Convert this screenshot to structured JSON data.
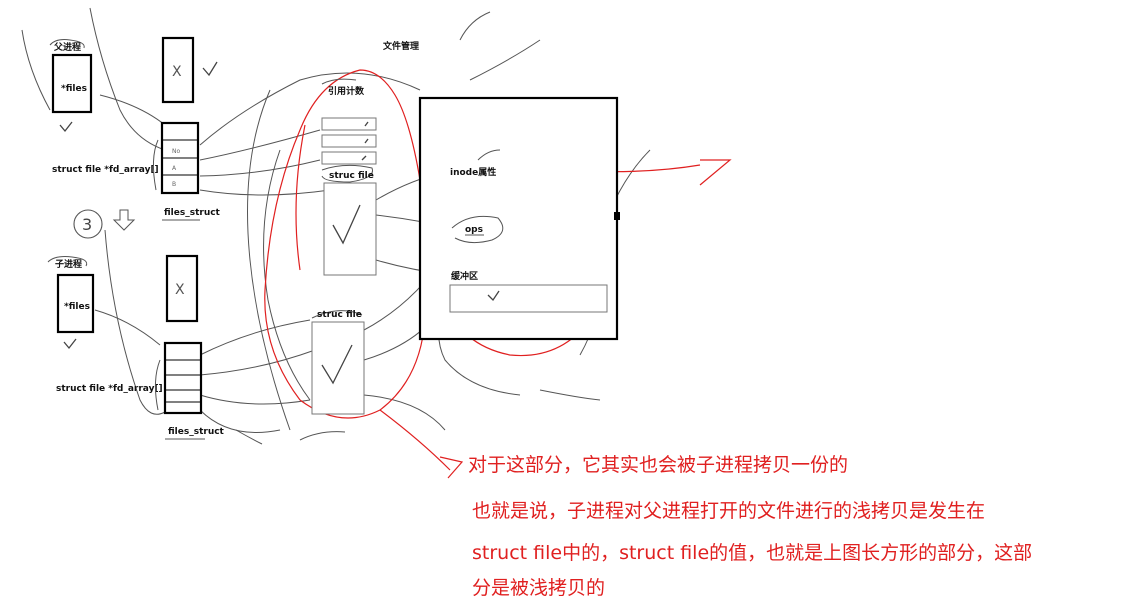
{
  "labels": {
    "parent_process": "父进程",
    "child_process": "子进程",
    "files_ptr": "*files",
    "fd_array": "struct file *fd_array[]",
    "files_struct": "files_struct",
    "file_management": "文件管理",
    "ref_count": "引用计数",
    "struc_file": "struc file",
    "inode_attr": "inode属性",
    "ops": "ops",
    "buffer": "缓冲区",
    "circled_number": "3"
  },
  "notes": {
    "line1": "对于这部分，它其实也会被子进程拷贝一份的",
    "line2": "也就是说，子进程对父进程打开的文件进行的浅拷贝是发生在",
    "line3": "struct file中的，struct file的值，也就是上图长方形的部分，这部",
    "line4": "分是被浅拷贝的"
  },
  "colors": {
    "annotation": "#e02020",
    "ink": "#000000",
    "pencil": "#555555"
  }
}
